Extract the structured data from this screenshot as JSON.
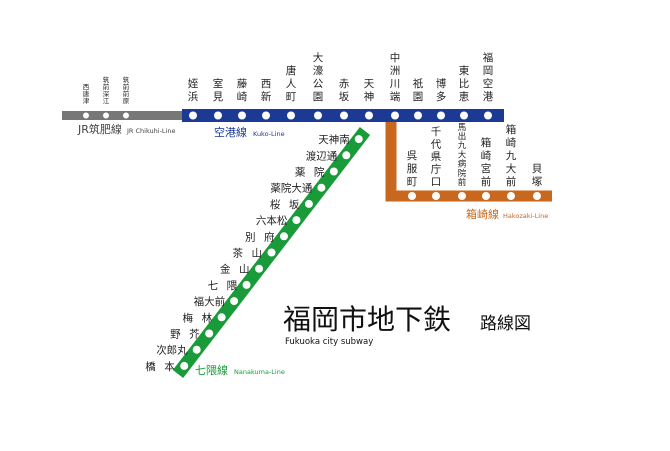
{
  "title": {
    "main": "福岡市地下鉄",
    "suffix": "路線図",
    "english": "Fukuoka city subway"
  },
  "lines": {
    "jr": {
      "name_ja": "JR筑肥線",
      "name_en": "JR Chikuhi-Line",
      "color": "#777777",
      "stations": [
        "西唐津",
        "筑前深江",
        "筑前前原"
      ]
    },
    "kuko": {
      "name_ja": "空港線",
      "name_en": "Kuko-Line",
      "color": "#1c3a94",
      "stations": [
        "姪浜",
        "室見",
        "藤崎",
        "西新",
        "唐人町",
        "大濠公園",
        "赤坂",
        "天神",
        "中洲川端",
        "祇園",
        "博多",
        "東比恵",
        "福岡空港"
      ]
    },
    "hakozaki": {
      "name_ja": "箱崎線",
      "name_en": "Hakozaki-Line",
      "color": "#c8671e",
      "stations": [
        "呉服町",
        "千代県庁口",
        "馬出九大病院前",
        "箱崎宮前",
        "箱崎九大前",
        "貝塚"
      ]
    },
    "nanakuma": {
      "name_ja": "七隈線",
      "name_en": "Nanakuma-Line",
      "color": "#199b3a",
      "stations": [
        "天神南",
        "渡辺通",
        "薬院",
        "薬院大通",
        "桜坂",
        "六本松",
        "別府",
        "茶山",
        "金山",
        "七隈",
        "福大前",
        "梅林",
        "野芥",
        "次郎丸",
        "橋本"
      ]
    }
  }
}
